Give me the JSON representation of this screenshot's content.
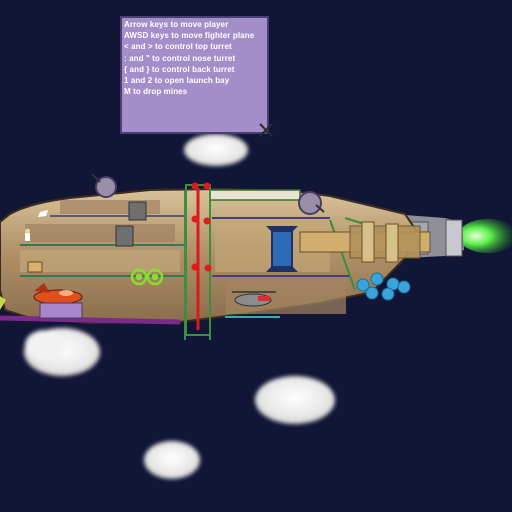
{
  "help": {
    "lines": [
      "Arrow keys to move player",
      "AWSD keys to move fighter plane",
      "< and > to control top turret",
      ": and \" to control nose turret",
      "{ and } to control back turret",
      "1 and 2 to open launch bay",
      "M to drop mines"
    ]
  },
  "icons": {
    "close": "close-x-icon"
  },
  "colors": {
    "background": "#111536",
    "panel": "#a48ec9",
    "hull": "#b89a70",
    "exhaust": "#39e63a"
  }
}
